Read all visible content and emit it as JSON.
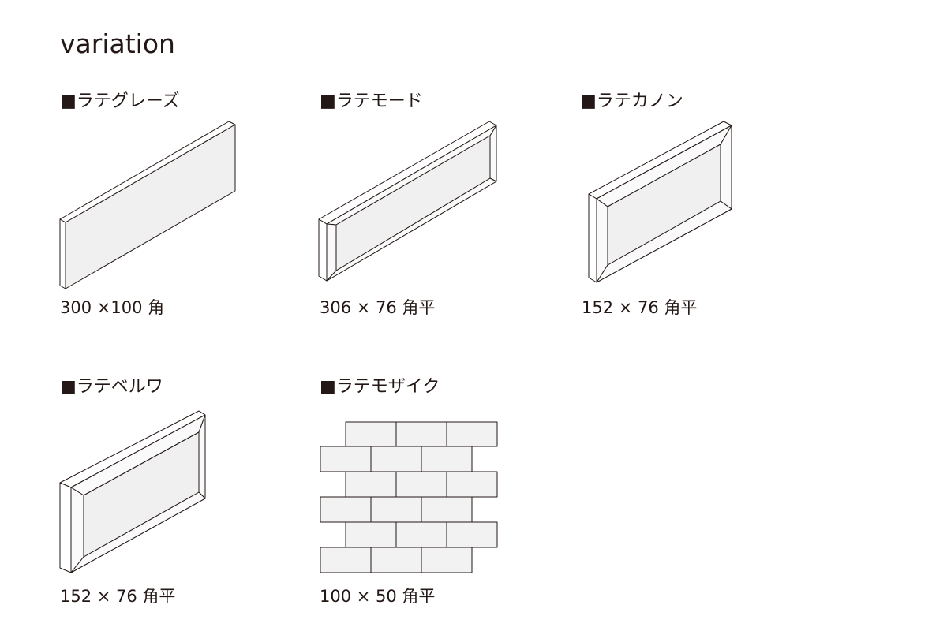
{
  "title": "variation",
  "tiles": [
    {
      "name": "■ラテグレーズ",
      "size": "300 ×100 角"
    },
    {
      "name": "■ラテモード",
      "size": "306 × 76 角平"
    },
    {
      "name": "■ラテカノン",
      "size": "152 × 76 角平"
    },
    {
      "name": "■ラテベルワ",
      "size": "152 × 76 角平"
    },
    {
      "name": "■ラテモザイク",
      "size": "100 × 50 角平"
    }
  ]
}
